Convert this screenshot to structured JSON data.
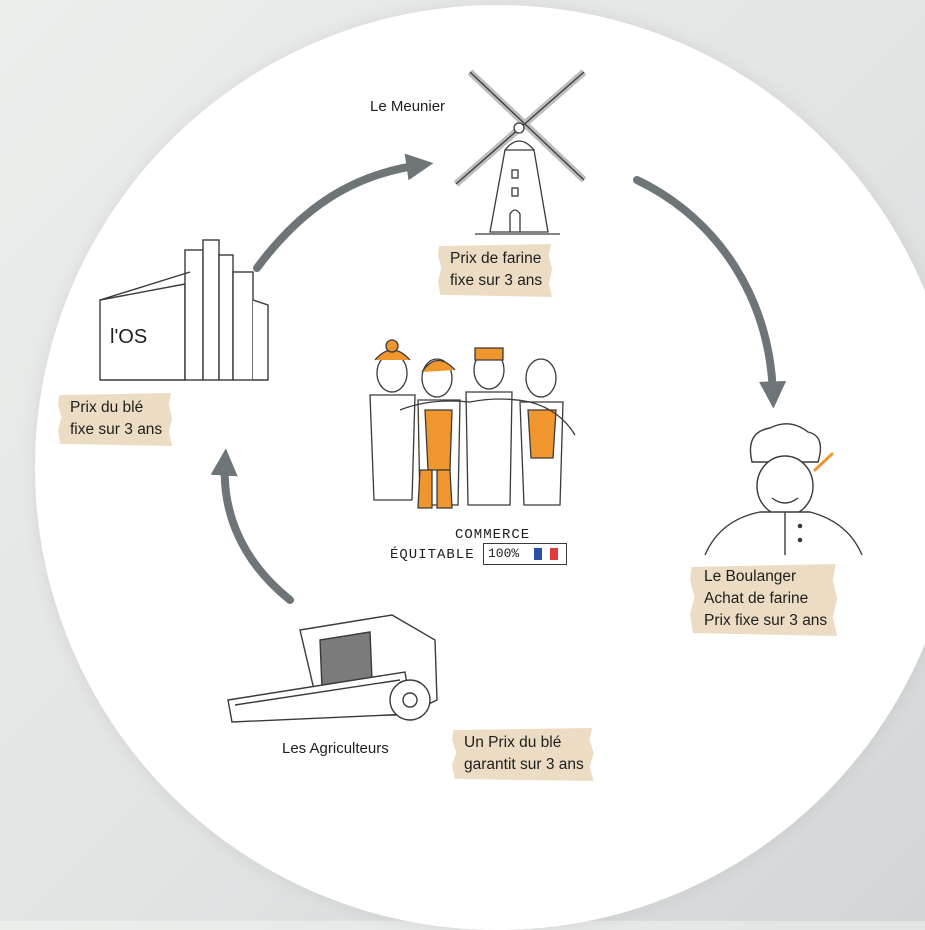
{
  "nodes": {
    "meunier": {
      "name": "Le Meunier",
      "tag": [
        "Prix de farine",
        "fixe sur 3 ans"
      ]
    },
    "os": {
      "name": "l'OS",
      "tag": [
        "Prix du blé",
        "fixe sur 3 ans"
      ]
    },
    "boulanger": {
      "lines": [
        "Le Boulanger",
        "Achat de farine",
        "Prix fixe sur 3 ans"
      ]
    },
    "agriculteurs": {
      "name": "Les Agriculteurs",
      "tag": [
        "Un Prix du blé",
        "garantit sur 3 ans"
      ]
    }
  },
  "center": {
    "commerce": "COMMERCE",
    "equitable": "ÉQUITABLE",
    "badge": "100%"
  },
  "colors": {
    "arrow": "#6e7579",
    "tag": "#ecdcc4",
    "accent": "#f0962e",
    "ink": "#1e1e1e"
  }
}
